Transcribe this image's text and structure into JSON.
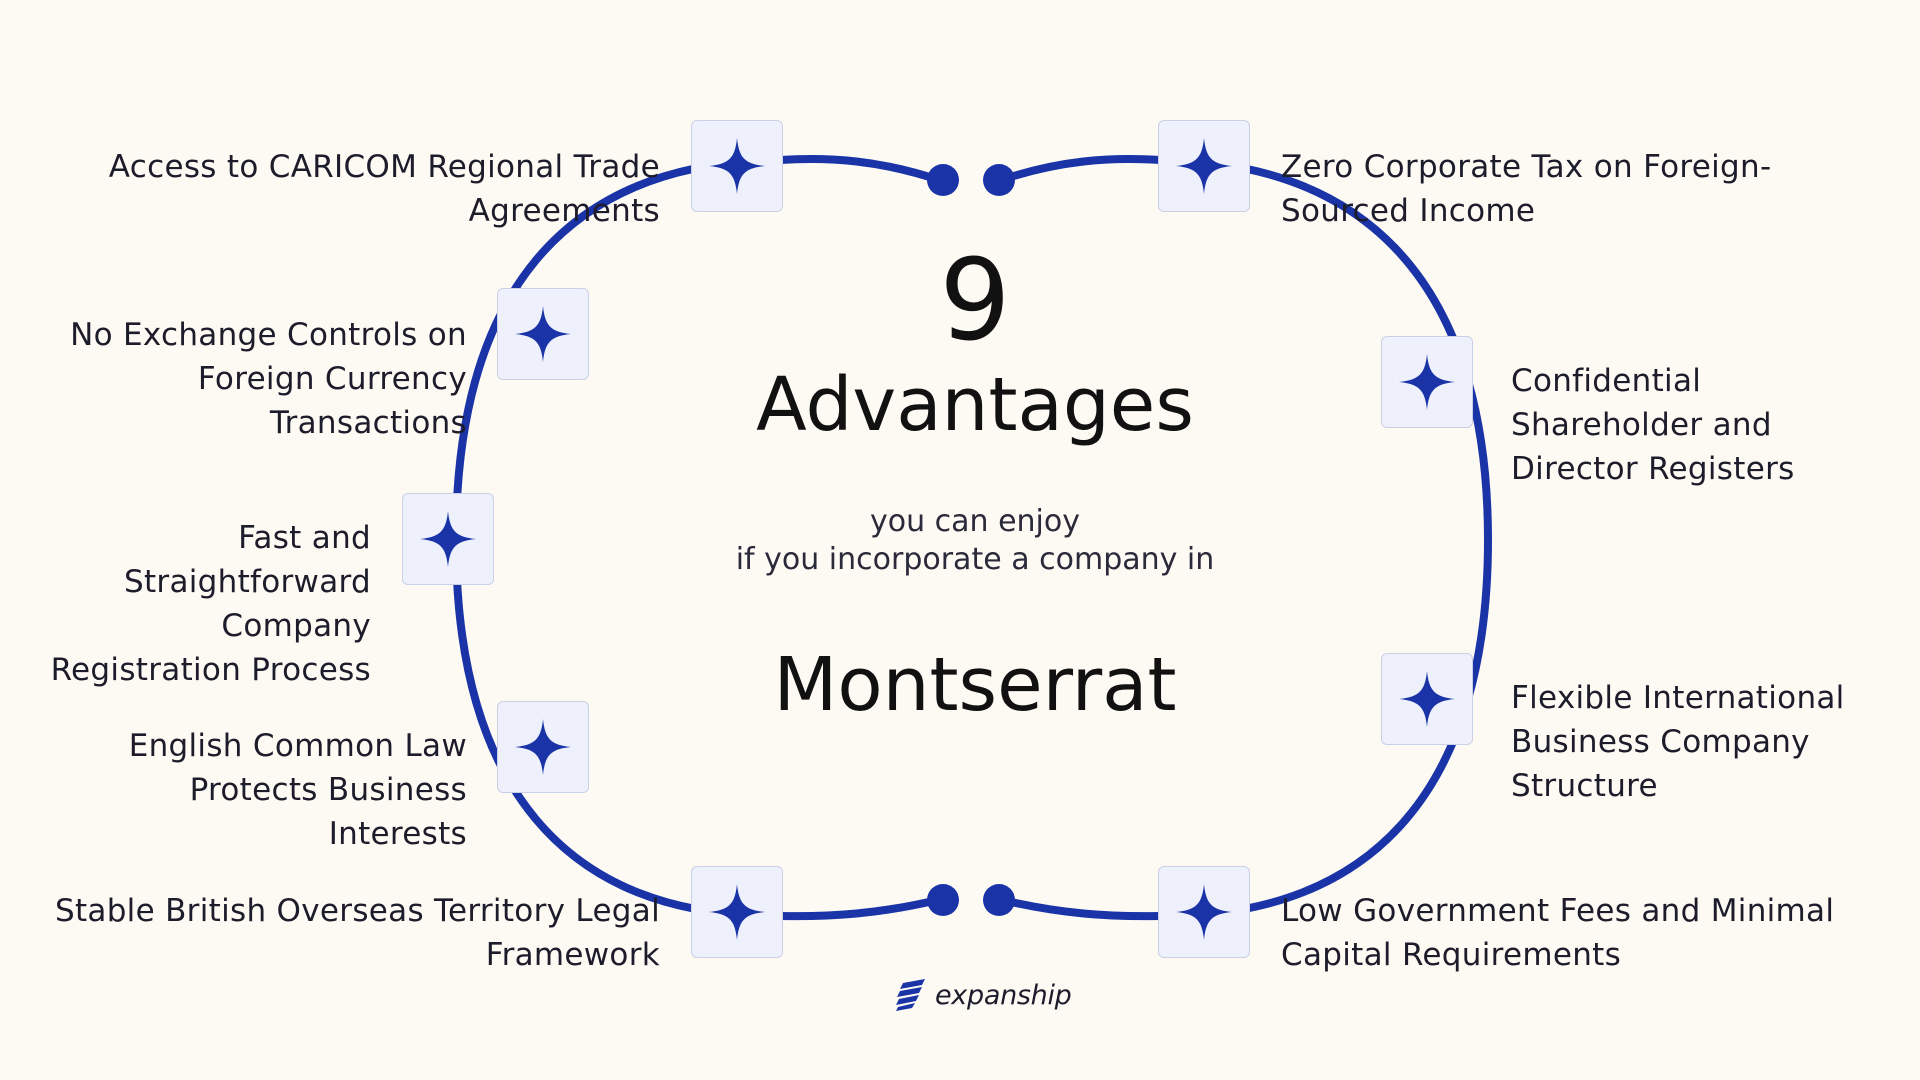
{
  "diagram": {
    "number": "9",
    "heading": "Advantages",
    "subtitle": "you can enjoy\nif you incorporate a company in",
    "country": "Montserrat",
    "accent_color": "#1a34a8",
    "icon": "four-point-star-icon",
    "advantages": [
      {
        "label": "Access to CARICOM Regional Trade\nAgreements"
      },
      {
        "label": "No Exchange Controls on\nForeign Currency\nTransactions"
      },
      {
        "label": "Fast and\nStraightforward\nCompany\nRegistration Process"
      },
      {
        "label": "English Common Law\nProtects Business\nInterests"
      },
      {
        "label": "Stable British Overseas Territory Legal\nFramework"
      },
      {
        "label": "Zero Corporate Tax on Foreign-\nSourced Income"
      },
      {
        "label": "Confidential\nShareholder and\nDirector Registers"
      },
      {
        "label": "Flexible International\nBusiness Company\nStructure"
      },
      {
        "label": "Low Government Fees and Minimal\nCapital Requirements"
      }
    ]
  },
  "brand": {
    "name": "expanship",
    "logo_icon": "expanship-logo-icon"
  }
}
